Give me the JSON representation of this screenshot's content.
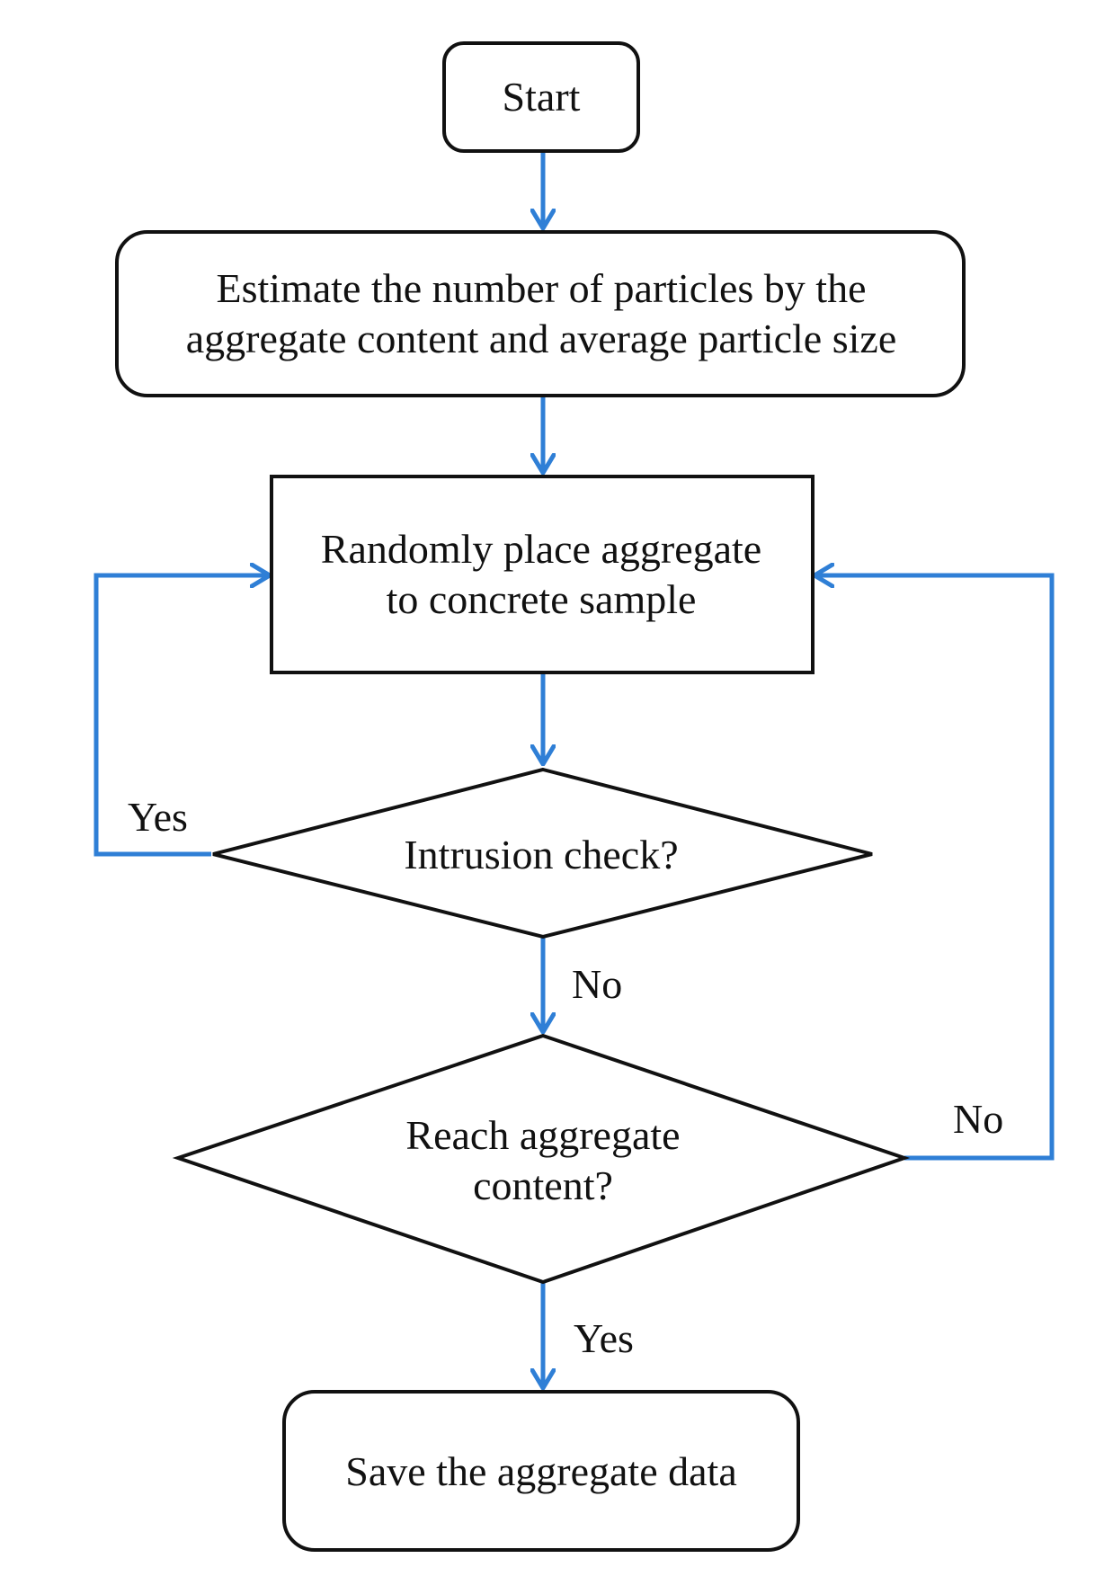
{
  "diagram": {
    "colors": {
      "connector": "#2f7fd6",
      "node_stroke": "#111111",
      "node_fill": "#ffffff",
      "text": "#111111"
    },
    "nodes": {
      "start": {
        "label": "Start"
      },
      "estimate": {
        "line1": "Estimate the number of particles by the",
        "line2": "aggregate content and average particle size"
      },
      "place": {
        "line1": "Randomly place aggregate",
        "line2": "to concrete sample"
      },
      "intrusion": {
        "label": "Intrusion check?"
      },
      "reach": {
        "line1": "Reach aggregate",
        "line2": "content?"
      },
      "save": {
        "label": "Save the aggregate data"
      }
    },
    "edges": {
      "intrusion_yes": "Yes",
      "intrusion_no": "No",
      "reach_no": "No",
      "reach_yes": "Yes"
    }
  }
}
